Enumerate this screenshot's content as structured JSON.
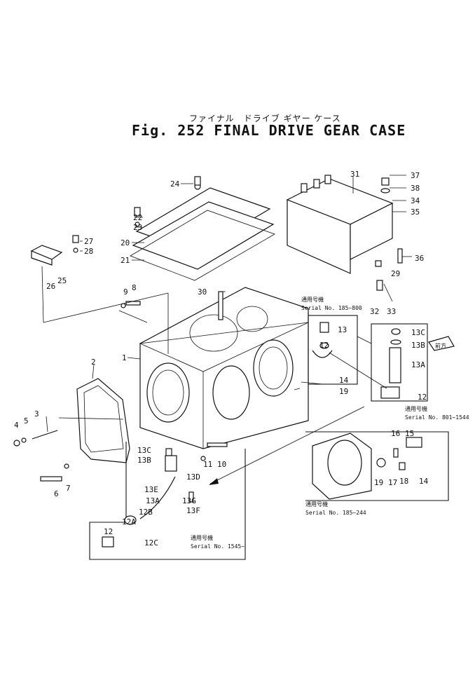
{
  "header": {
    "kana": "ファイナル　ドライブ ギヤー ケース",
    "title": "Fig. 252 FINAL DRIVE GEAR CASE"
  },
  "callouts": [
    {
      "id": "p1",
      "text": "1"
    },
    {
      "id": "p2",
      "text": "2"
    },
    {
      "id": "p3",
      "text": "3"
    },
    {
      "id": "p4",
      "text": "4"
    },
    {
      "id": "p5",
      "text": "5"
    },
    {
      "id": "p6",
      "text": "6"
    },
    {
      "id": "p7",
      "text": "7"
    },
    {
      "id": "p8",
      "text": "8"
    },
    {
      "id": "p9",
      "text": "9"
    },
    {
      "id": "p10",
      "text": "10"
    },
    {
      "id": "p11",
      "text": "11"
    },
    {
      "id": "p12a",
      "text": "12"
    },
    {
      "id": "p12b",
      "text": "12"
    },
    {
      "id": "p12c",
      "text": "12"
    },
    {
      "id": "p12A",
      "text": "12A"
    },
    {
      "id": "p12B",
      "text": "12B"
    },
    {
      "id": "p12C",
      "text": "12C"
    },
    {
      "id": "p13",
      "text": "13"
    },
    {
      "id": "p13A1",
      "text": "13A"
    },
    {
      "id": "p13A2",
      "text": "13A"
    },
    {
      "id": "p13B1",
      "text": "13B"
    },
    {
      "id": "p13B2",
      "text": "13B"
    },
    {
      "id": "p13C1",
      "text": "13C"
    },
    {
      "id": "p13C2",
      "text": "13C"
    },
    {
      "id": "p13D",
      "text": "13D"
    },
    {
      "id": "p13E",
      "text": "13E"
    },
    {
      "id": "p13F",
      "text": "13F"
    },
    {
      "id": "p13G",
      "text": "13G"
    },
    {
      "id": "p14a",
      "text": "14"
    },
    {
      "id": "p14b",
      "text": "14"
    },
    {
      "id": "p15",
      "text": "15"
    },
    {
      "id": "p16",
      "text": "16"
    },
    {
      "id": "p17",
      "text": "17"
    },
    {
      "id": "p18",
      "text": "18"
    },
    {
      "id": "p19a",
      "text": "19"
    },
    {
      "id": "p19b",
      "text": "19"
    },
    {
      "id": "p20",
      "text": "20"
    },
    {
      "id": "p21",
      "text": "21"
    },
    {
      "id": "p22",
      "text": "22"
    },
    {
      "id": "p23",
      "text": "23"
    },
    {
      "id": "p24",
      "text": "24"
    },
    {
      "id": "p25",
      "text": "25"
    },
    {
      "id": "p26",
      "text": "26"
    },
    {
      "id": "p27",
      "text": "27"
    },
    {
      "id": "p28",
      "text": "28"
    },
    {
      "id": "p29",
      "text": "29"
    },
    {
      "id": "p30",
      "text": "30"
    },
    {
      "id": "p31",
      "text": "31"
    },
    {
      "id": "p32",
      "text": "32"
    },
    {
      "id": "p33",
      "text": "33"
    },
    {
      "id": "p34",
      "text": "34"
    },
    {
      "id": "p35",
      "text": "35"
    },
    {
      "id": "p36",
      "text": "36"
    },
    {
      "id": "p37",
      "text": "37"
    },
    {
      "id": "p38",
      "text": "38"
    }
  ],
  "notes": {
    "n1_jp": "通用号機",
    "n1_serial": "Serial No. 185~800",
    "n2_jp": "通用号機",
    "n2_serial": "Serial No. 801~1544",
    "n3_jp": "通用号機",
    "n3_serial": "Serial No. 185~244",
    "n4_jp": "通用号機",
    "n4_serial": "Serial No. 1545~",
    "front_tag": "前方"
  }
}
